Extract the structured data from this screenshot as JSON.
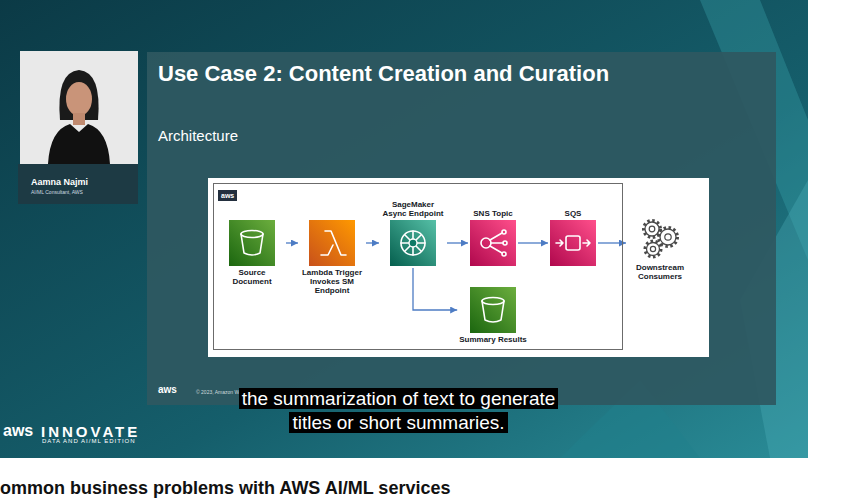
{
  "diagram": {
    "title": "Use Case 2: Content Creation and Curation",
    "nodes": [
      {
        "text": [
          "aws"
        ]
      },
      {
        "text": [
          "Source Document"
        ],
        "in": 0
      },
      {
        "text": [
          "Lambda Trigger Invokes SM Endpoint"
        ],
        "in": 0
      },
      {
        "text": [
          "SageMaker Async Endpoint"
        ],
        "in": 0
      },
      {
        "text": [
          "SNS Topic"
        ],
        "in": 0
      },
      {
        "text": [
          "SQS"
        ],
        "in": 0
      },
      {
        "text": [
          "Summary Results"
        ],
        "in": 0
      },
      {
        "text": [
          "Downstream Consumers"
        ]
      }
    ],
    "edges": [
      {
        "from": 1,
        "to": 2,
        "arrow": "to"
      },
      {
        "from": 2,
        "to": 3,
        "arrow": "to"
      },
      {
        "from": 3,
        "to": 4,
        "arrow": "to"
      },
      {
        "from": 4,
        "to": 5,
        "arrow": "to"
      },
      {
        "from": 5,
        "to": 7,
        "arrow": "to"
      },
      {
        "from": 3,
        "to": 6,
        "arrow": "to"
      }
    ],
    "labels": [
      "Architecture",
      "aws",
      "© 2023, Amazon Web Servi",
      "the summarization of text to generate titles or short summaries.",
      "Aamna Najmi",
      "AI/ML Consultant, AWS",
      "aws",
      "INNOVATE",
      "DATA AND AI/ML EDITION",
      "ommon business problems with AWS AI/ML services"
    ]
  }
}
